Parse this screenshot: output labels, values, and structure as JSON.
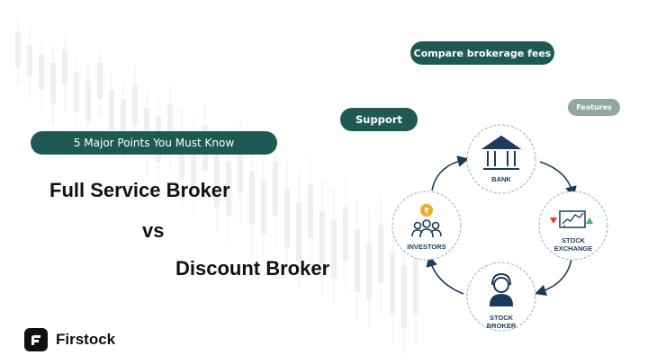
{
  "buttons": {
    "compare": "Compare brokerage fees",
    "support": "Support",
    "features": "Features"
  },
  "banner": {
    "points": "5 Major Points You Must Know",
    "line1": "Full Service Broker",
    "vs": "vs",
    "line2": "Discount Broker"
  },
  "brand": {
    "name": "Firstock",
    "logo_icon": "firstock-logo-icon"
  },
  "diagram": {
    "nodes": [
      {
        "id": "bank",
        "label": "BANK",
        "icon": "bank-icon"
      },
      {
        "id": "exchange",
        "label_line1": "STOCK",
        "label_line2": "EXCHANGE",
        "icon": "stock-chart-icon"
      },
      {
        "id": "broker",
        "label_line1": "STOCK",
        "label_line2": "BROKER",
        "icon": "headset-person-icon"
      },
      {
        "id": "investors",
        "label": "INVESTORS",
        "icon": "investors-icon"
      }
    ]
  },
  "colors": {
    "accent": "#1f5a52",
    "features_pill": "#8fa8a3",
    "diagram_primary": "#1a3b5e",
    "rupee": "#f5a623",
    "up_arrow": "#3cb371",
    "down_arrow": "#e53935"
  }
}
